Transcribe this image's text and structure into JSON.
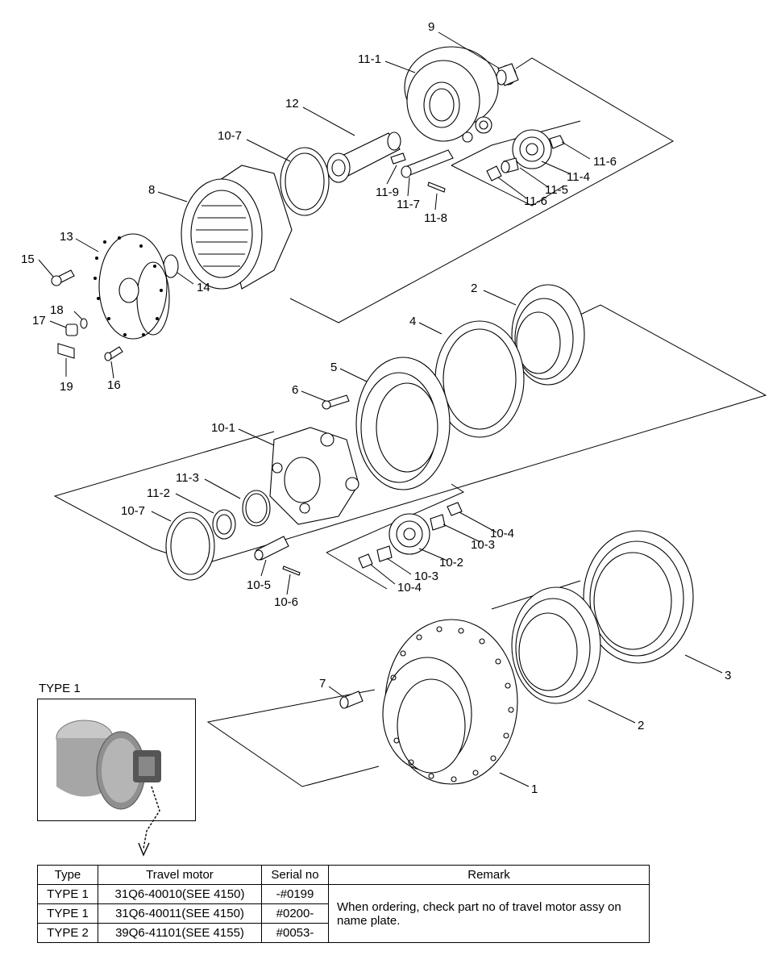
{
  "callouts": {
    "p9": "9",
    "p11_1": "11-1",
    "p12": "12",
    "p10_7a": "10-7",
    "p8": "8",
    "p11_9": "11-9",
    "p11_7": "11-7",
    "p11_8": "11-8",
    "p11_6a": "11-6",
    "p11_4": "11-4",
    "p11_5": "11-5",
    "p11_6b": "11-6",
    "p13": "13",
    "p15": "15",
    "p14": "14",
    "p18": "18",
    "p17": "17",
    "p19": "19",
    "p16": "16",
    "p2a": "2",
    "p4": "4",
    "p5": "5",
    "p6": "6",
    "p10_1": "10-1",
    "p11_3": "11-3",
    "p11_2": "11-2",
    "p10_7b": "10-7",
    "p10_4a": "10-4",
    "p10_3a": "10-3",
    "p10_2": "10-2",
    "p10_3b": "10-3",
    "p10_4b": "10-4",
    "p10_5": "10-5",
    "p10_6": "10-6",
    "p7": "7",
    "p3": "3",
    "p2b": "2",
    "p1": "1"
  },
  "inset": {
    "caption": "TYPE 1"
  },
  "table": {
    "headers": [
      "Type",
      "Travel motor",
      "Serial no",
      "Remark"
    ],
    "rows": [
      [
        "TYPE 1",
        "31Q6-40010(SEE 4150)",
        "-#0199"
      ],
      [
        "TYPE 1",
        "31Q6-40011(SEE 4150)",
        "#0200-"
      ],
      [
        "TYPE 2",
        "39Q6-41101(SEE 4155)",
        "#0053-"
      ]
    ],
    "remark": "When ordering, check part no of travel motor assy on name plate."
  }
}
